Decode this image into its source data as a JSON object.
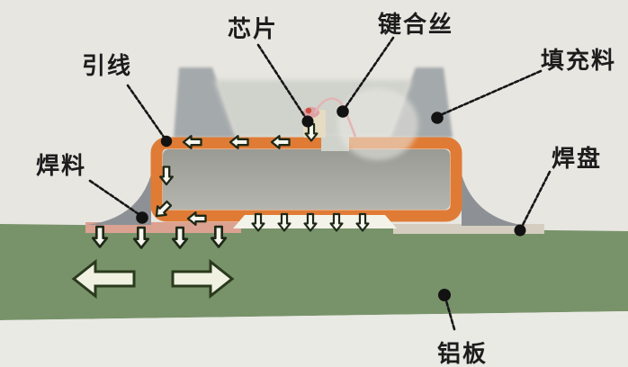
{
  "labels": {
    "chip": "芯片",
    "bonding_wire": "键合丝",
    "lead": "引线",
    "filler": "填充料",
    "solder": "焊料",
    "pad": "焊盘",
    "aluminum_plate": "铝板"
  },
  "colors": {
    "background": "#e8e6e1",
    "board_green": "#78936a",
    "bottom_strip": "#e9eae4",
    "frame_orange": "#df7b35",
    "pad_salmon": "#dba191",
    "pad_right_tan": "#d5cec0",
    "mold_gray": "#a4a9ab",
    "mold_center_light": "#d0d2cc",
    "fillet_gray": "#8d9195",
    "solder_strip_white": "#f3f3ea",
    "chip_body": "#e6dcc2",
    "chip_die_pink": "#dd9aa2",
    "wire_pink": "#e2b6b4",
    "arrow_fill": "#f7f7ef",
    "arrow_outline": "#1e2817",
    "leader_line": "#161616",
    "label_text": "#1c1c1c"
  },
  "stress_arrows": {
    "top_lead_left_arrows": 3,
    "chip_down_arrow": 1,
    "left_lead_down_arrow": 1,
    "left_corner_diagonal_arrow": 1,
    "bottom_lead_left_arrow": 1,
    "solder_strip_down_arrows": 5,
    "board_down_arrows": 4,
    "board_large_left_arrow": 1,
    "board_large_right_arrow": 1
  }
}
